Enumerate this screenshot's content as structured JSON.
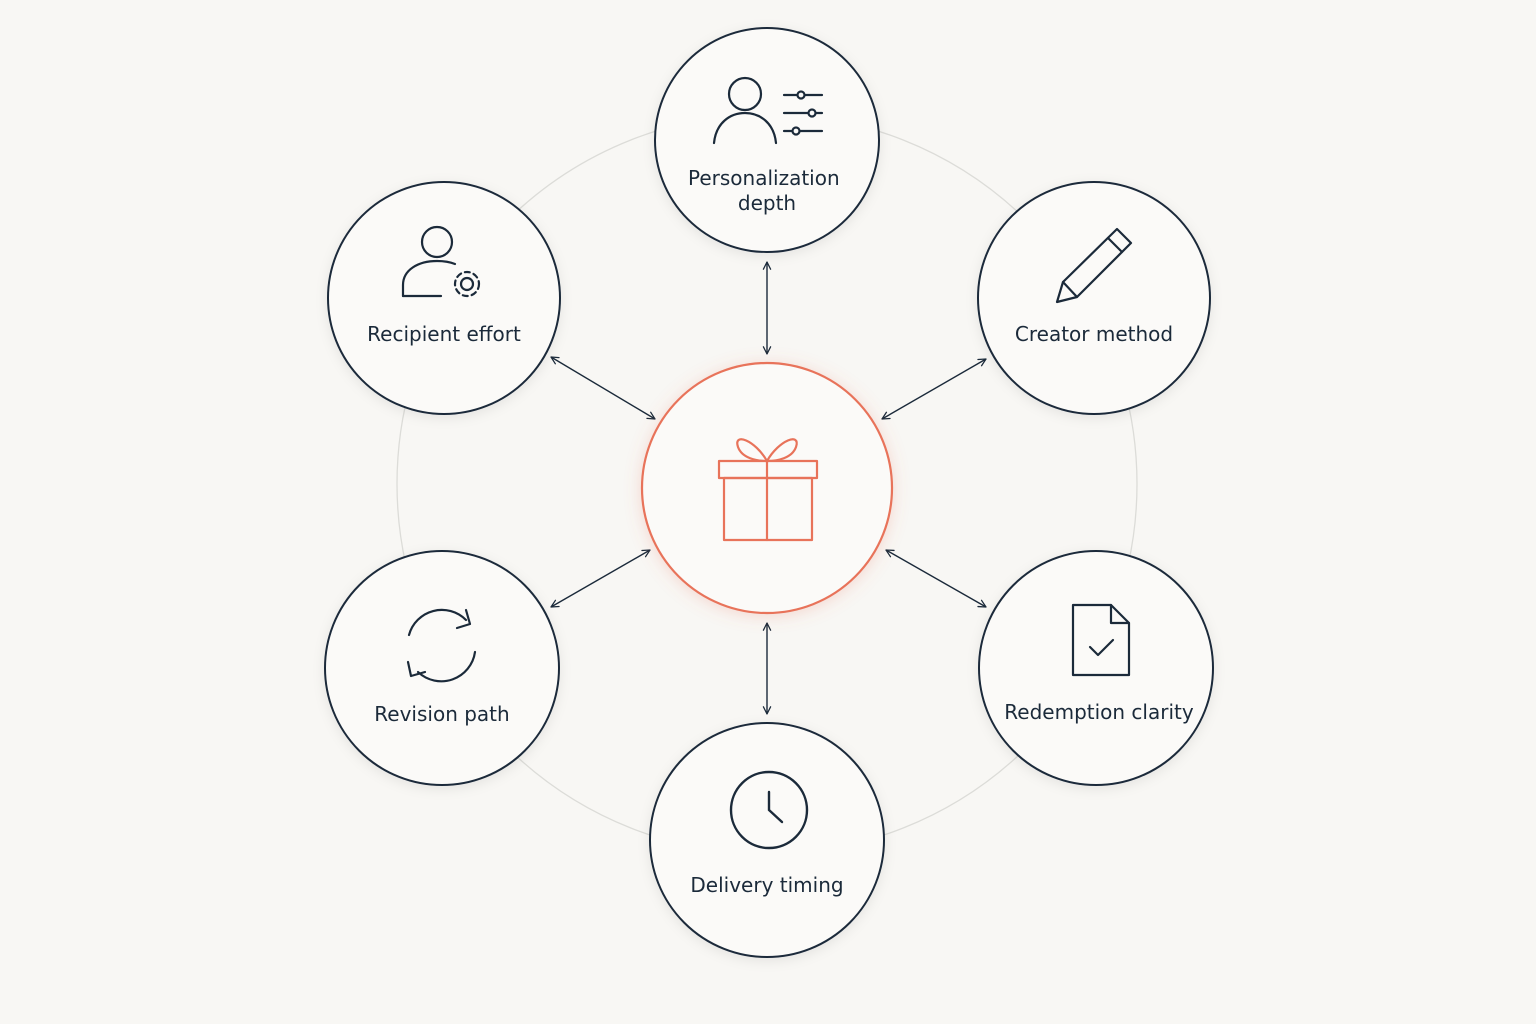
{
  "diagram": {
    "center": {
      "icon": "gift-icon",
      "color": "#e8735a"
    },
    "nodes": [
      {
        "id": "personalization",
        "label_lines": [
          "Personalization",
          "depth"
        ],
        "icon": "person-sliders-icon"
      },
      {
        "id": "recipient",
        "label_lines": [
          "Recipient effort"
        ],
        "icon": "person-gear-icon"
      },
      {
        "id": "creator",
        "label_lines": [
          "Creator method"
        ],
        "icon": "pencil-icon"
      },
      {
        "id": "revision",
        "label_lines": [
          "Revision path"
        ],
        "icon": "refresh-icon"
      },
      {
        "id": "redemption",
        "label_lines": [
          "Redemption clarity"
        ],
        "icon": "document-check-icon"
      },
      {
        "id": "delivery",
        "label_lines": [
          "Delivery timing"
        ],
        "icon": "clock-icon"
      }
    ],
    "colors": {
      "background": "#f8f7f4",
      "node_stroke": "#1b2a3a",
      "accent": "#e8735a",
      "ring": "#d9d9d6"
    }
  }
}
